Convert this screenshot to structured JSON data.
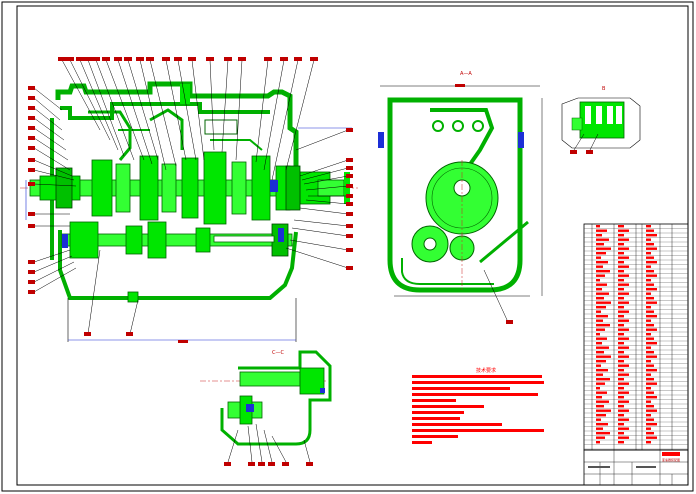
{
  "drawing": {
    "section_title_right": "A—A",
    "detail_title_upper": "B",
    "section_title_lower": "C—C",
    "notes_title": "技术要求",
    "title_block_label": "变速器装配图"
  },
  "colors": {
    "background": "#ffffff",
    "line": "#000000",
    "part_fill": "#00e600",
    "part_outline": "#006400",
    "shaft_fill": "#33ff33",
    "dimension": "#1c2fd6",
    "balloon": "#c00000",
    "note_text": "#ff0000"
  }
}
